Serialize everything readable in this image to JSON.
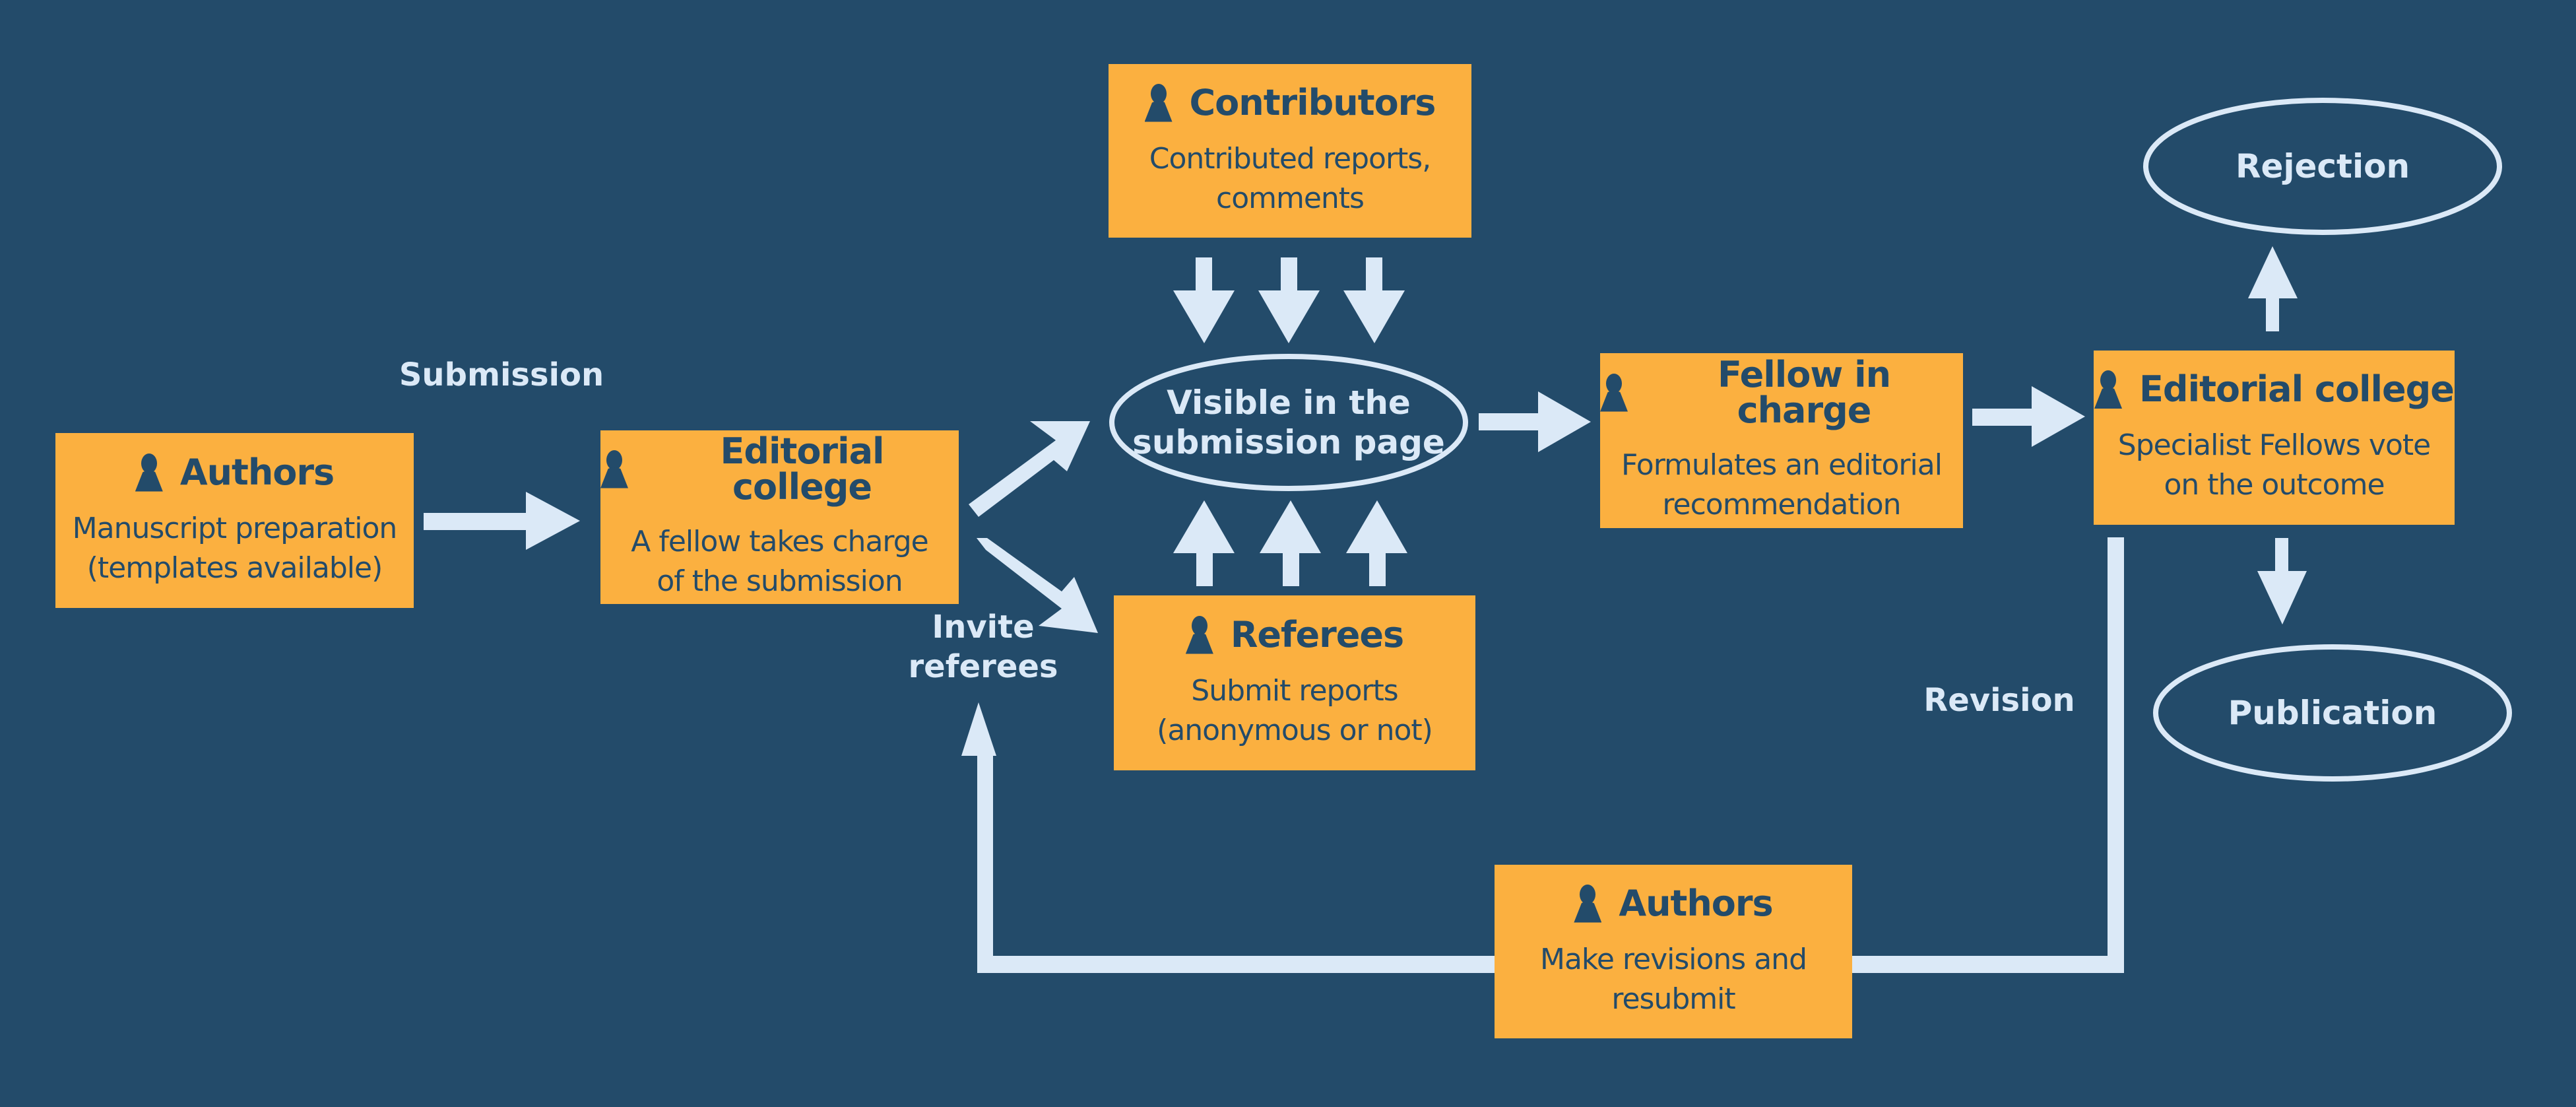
{
  "colors": {
    "background": "#234b6a",
    "box_fill": "#fbb040",
    "box_text": "#234b6a",
    "arrow": "#dbe9f7"
  },
  "nodes": {
    "authors_start": {
      "title": "Authors",
      "desc_lines": [
        "Manuscript preparation",
        "(templates available)"
      ],
      "icon": "person-icon"
    },
    "editorial_college_1": {
      "title": "Editorial college",
      "desc_lines": [
        "A fellow takes charge",
        "of the submission"
      ],
      "icon": "person-icon"
    },
    "contributors": {
      "title": "Contributors",
      "desc_lines": [
        "Contributed reports,",
        "comments"
      ],
      "icon": "person-icon"
    },
    "referees": {
      "title": "Referees",
      "desc_lines": [
        "Submit reports",
        "(anonymous or not)"
      ],
      "icon": "person-icon"
    },
    "fellow_in_charge": {
      "title": "Fellow in charge",
      "desc_lines": [
        "Formulates an editorial",
        "recommendation"
      ],
      "icon": "person-icon"
    },
    "editorial_college_2": {
      "title": "Editorial college",
      "desc_lines": [
        "Specialist Fellows vote",
        "on the outcome"
      ],
      "icon": "person-icon"
    },
    "authors_revise": {
      "title": "Authors",
      "desc_lines": [
        "Make revisions and",
        "resubmit"
      ],
      "icon": "person-icon"
    }
  },
  "ovals": {
    "visible": {
      "lines": [
        "Visible in the",
        "submission page"
      ]
    },
    "rejection": {
      "lines": [
        "Rejection"
      ]
    },
    "publication": {
      "lines": [
        "Publication"
      ]
    }
  },
  "labels": {
    "submission": "Submission",
    "invite_referees": [
      "Invite",
      "referees"
    ],
    "revision": "Revision"
  }
}
